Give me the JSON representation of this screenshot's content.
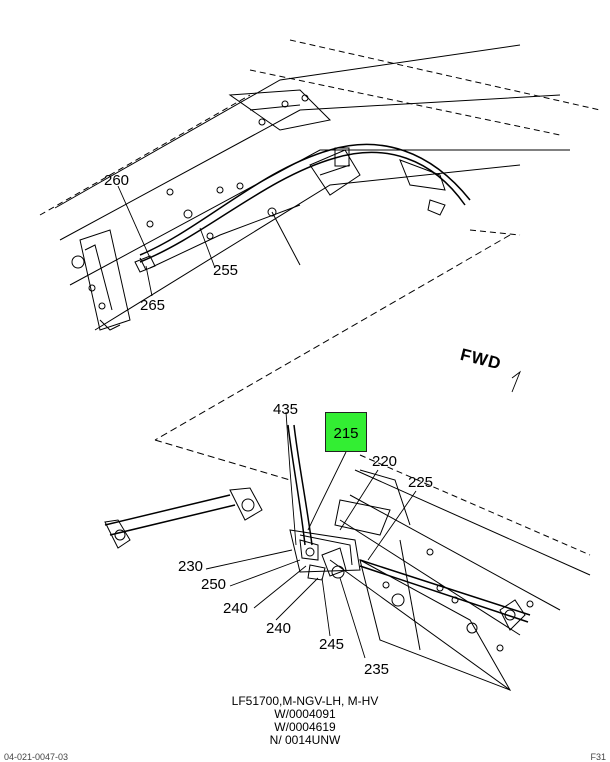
{
  "diagram": {
    "callouts": {
      "c260": "260",
      "c265": "265",
      "c255": "255",
      "c435": "435",
      "c215": "215",
      "c220": "220",
      "c225": "225",
      "c230": "230",
      "c250": "250",
      "c240a": "240",
      "c240b": "240",
      "c245": "245",
      "c235": "235"
    },
    "highlight_color": "#33ee33",
    "fwd_label": "FWD"
  },
  "caption": {
    "line1": "LF51700,M-NGV-LH, M-HV",
    "line2": "W/0004091",
    "line3": "W/0004619",
    "line4": "N/ 0014UNW"
  },
  "footer": {
    "left": "04-021-0047-03",
    "right": "F31"
  }
}
